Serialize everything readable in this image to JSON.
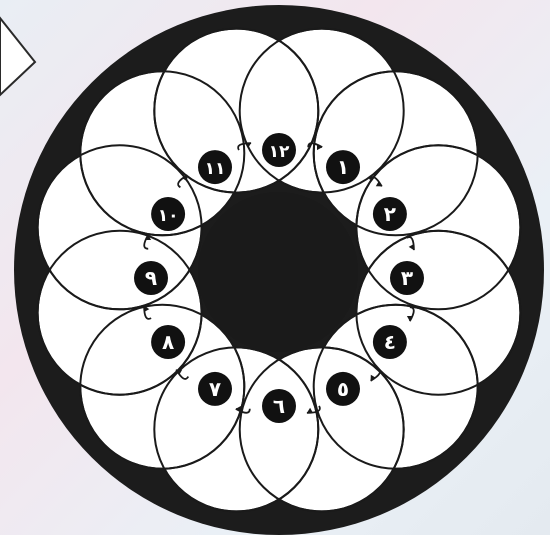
{
  "colors": {
    "ring": "#1c1c1c",
    "petal_fill": "#ffffff",
    "petal_stroke": "#1a1a1a",
    "badge_fill": "#111111",
    "badge_text": "#ffffff",
    "background": "#eef1f5"
  },
  "numbers": [
    "١",
    "٢",
    "٣",
    "٤",
    "٥",
    "٦",
    "٧",
    "٨",
    "٩",
    "١٠",
    "١١",
    "١٢"
  ],
  "icons": [
    "pointer-arrow-icon",
    "curved-arrow-icon"
  ]
}
